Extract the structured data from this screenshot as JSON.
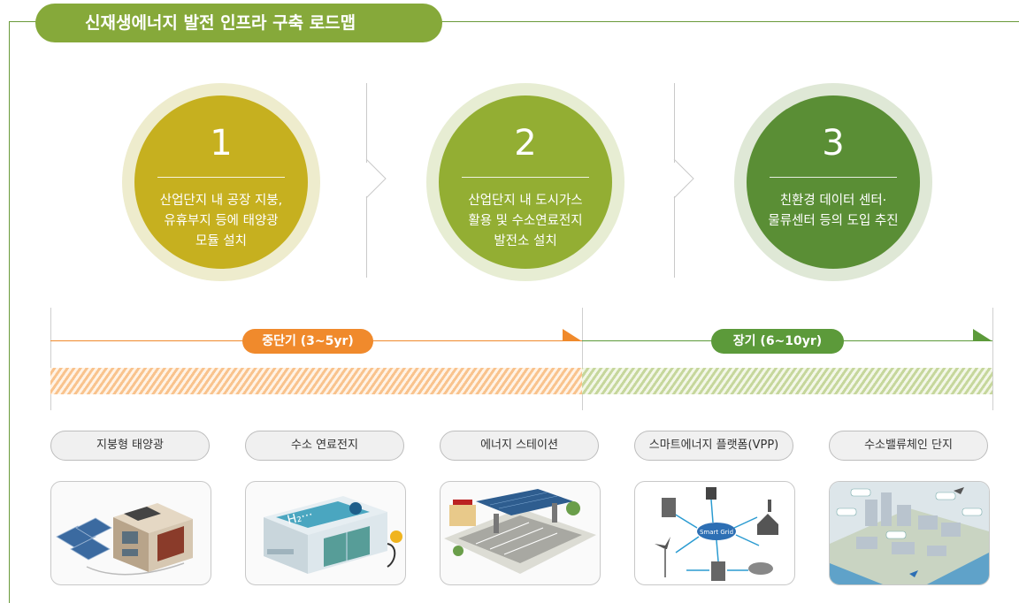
{
  "title": "신재생에너지 발전 인프라 구축 로드맵",
  "steps": [
    {
      "number": "1",
      "text": "산업단지 내 공장 지붕, 유휴부지 등에 태양광 모듈 설치",
      "color": "#c6b01f",
      "ring": "#eeeccd"
    },
    {
      "number": "2",
      "text": "산업단지 내 도시가스 활용 및 수소연료전지 발전소 설치",
      "color": "#93ae33",
      "ring": "#e7edd3"
    },
    {
      "number": "3",
      "text": "친환경 데이터 센터·물류센터 등의 도입 추진",
      "color": "#5a8e35",
      "ring": "#dfe8d6"
    }
  ],
  "timeline": [
    {
      "label": "중단기 (3~5yr)",
      "color": "#f08a2c"
    },
    {
      "label": "장기 (6~10yr)",
      "color": "#5c9a3a"
    }
  ],
  "categories": [
    {
      "label": "지붕형 태양광",
      "icon": "rooftop-solar-house-icon"
    },
    {
      "label": "수소 연료전지",
      "icon": "hydrogen-fuel-cell-icon"
    },
    {
      "label": "에너지 스테이션",
      "icon": "energy-station-icon"
    },
    {
      "label": "스마트에너지 플랫폼(VPP)",
      "icon": "smart-grid-diagram-icon"
    },
    {
      "label": "수소밸류체인 단지",
      "icon": "hydrogen-value-chain-complex-icon"
    }
  ],
  "smartgrid_label": "Smart Grid",
  "h2_label": "H₂···"
}
